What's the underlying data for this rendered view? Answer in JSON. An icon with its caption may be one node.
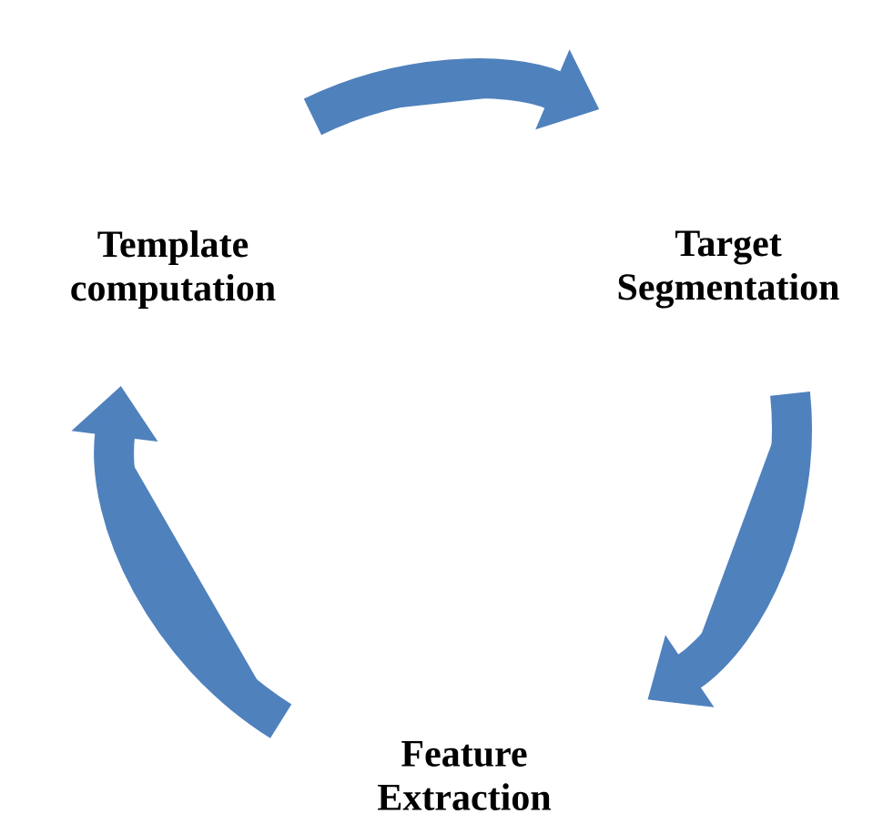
{
  "diagram": {
    "nodes": [
      {
        "text": [
          "Template computation"
        ]
      },
      {
        "text": [
          "Target Segmentation"
        ]
      },
      {
        "text": [
          "Feature Extraction"
        ]
      }
    ],
    "edges": [
      {
        "from": 0,
        "to": 1,
        "arrow": "to"
      },
      {
        "from": 1,
        "to": 2,
        "arrow": "to"
      },
      {
        "from": 2,
        "to": 0,
        "arrow": "to"
      }
    ]
  }
}
